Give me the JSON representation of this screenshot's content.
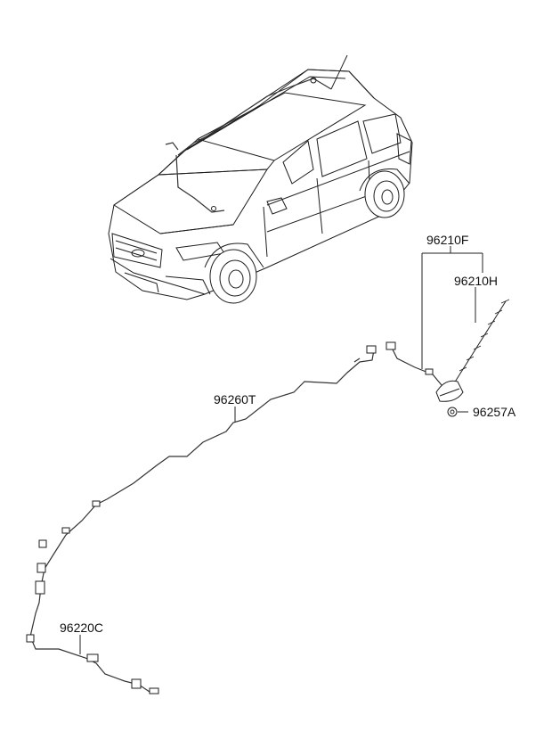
{
  "labels": {
    "p96210F": "96210F",
    "p96210H": "96210H",
    "p96257A": "96257A",
    "p96260T": "96260T",
    "p96220C": "96220C"
  },
  "colors": {
    "line": "#222222",
    "background": "#ffffff"
  }
}
